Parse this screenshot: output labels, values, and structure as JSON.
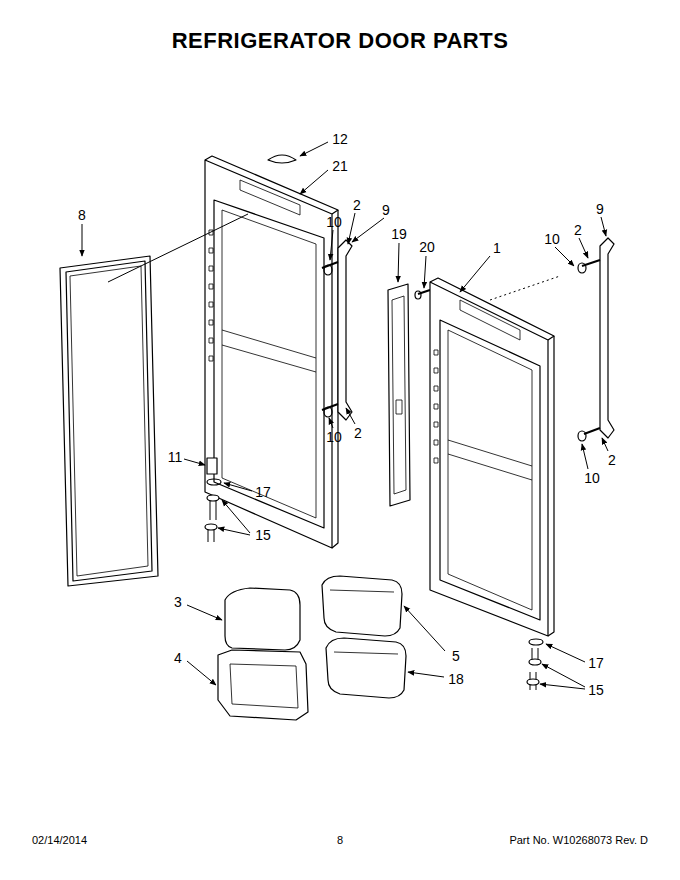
{
  "diagram": {
    "title": "REFRIGERATOR DOOR PARTS",
    "labels": [
      "12",
      "21",
      "8",
      "2",
      "9",
      "10",
      "19",
      "20",
      "1",
      "9",
      "2",
      "10",
      "10",
      "2",
      "2",
      "10",
      "11",
      "17",
      "15",
      "3",
      "4",
      "5",
      "18",
      "17",
      "15",
      "02/14/2014",
      "8",
      "Part No. W10268073  Rev. D"
    ]
  }
}
